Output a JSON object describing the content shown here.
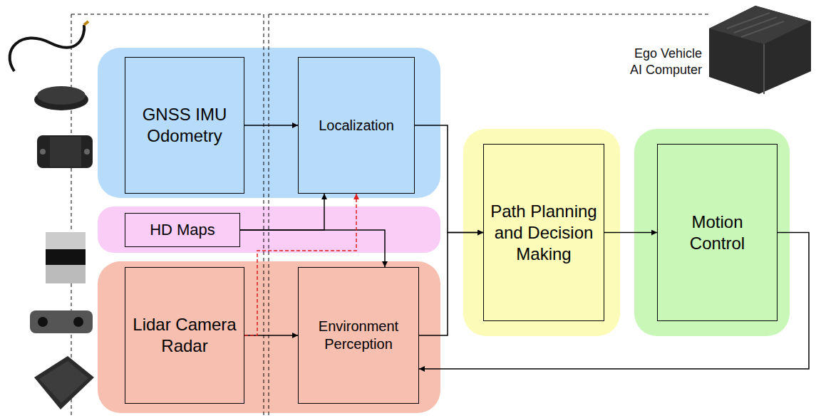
{
  "diagram": {
    "nodes": [
      {
        "text": [
          "GNSS IMU Odometry"
        ]
      },
      {
        "text": [
          "Localization"
        ]
      },
      {
        "text": [
          "HD Maps"
        ]
      },
      {
        "text": [
          "Lidar Camera Radar"
        ]
      },
      {
        "text": [
          "Environment Perception"
        ]
      },
      {
        "text": [
          "Path Planning and Decision Making"
        ]
      },
      {
        "text": [
          "Motion Control"
        ]
      }
    ],
    "edges": [
      {
        "from": 0,
        "to": 1,
        "arrow": "to"
      },
      {
        "from": 2,
        "to": 1,
        "arrow": "to"
      },
      {
        "from": 2,
        "to": 4,
        "arrow": "to"
      },
      {
        "from": 3,
        "to": 4,
        "arrow": "to"
      },
      {
        "from": 3,
        "to": 1,
        "arrow": "to"
      },
      {
        "from": 1,
        "to": 5,
        "arrow": "to"
      },
      {
        "from": 4,
        "to": 5,
        "arrow": "to"
      },
      {
        "from": 5,
        "to": 6,
        "arrow": "to"
      },
      {
        "from": 6,
        "to": 4,
        "arrow": "to"
      }
    ],
    "labels": [
      "Ego Vehicle AI Computer"
    ]
  }
}
